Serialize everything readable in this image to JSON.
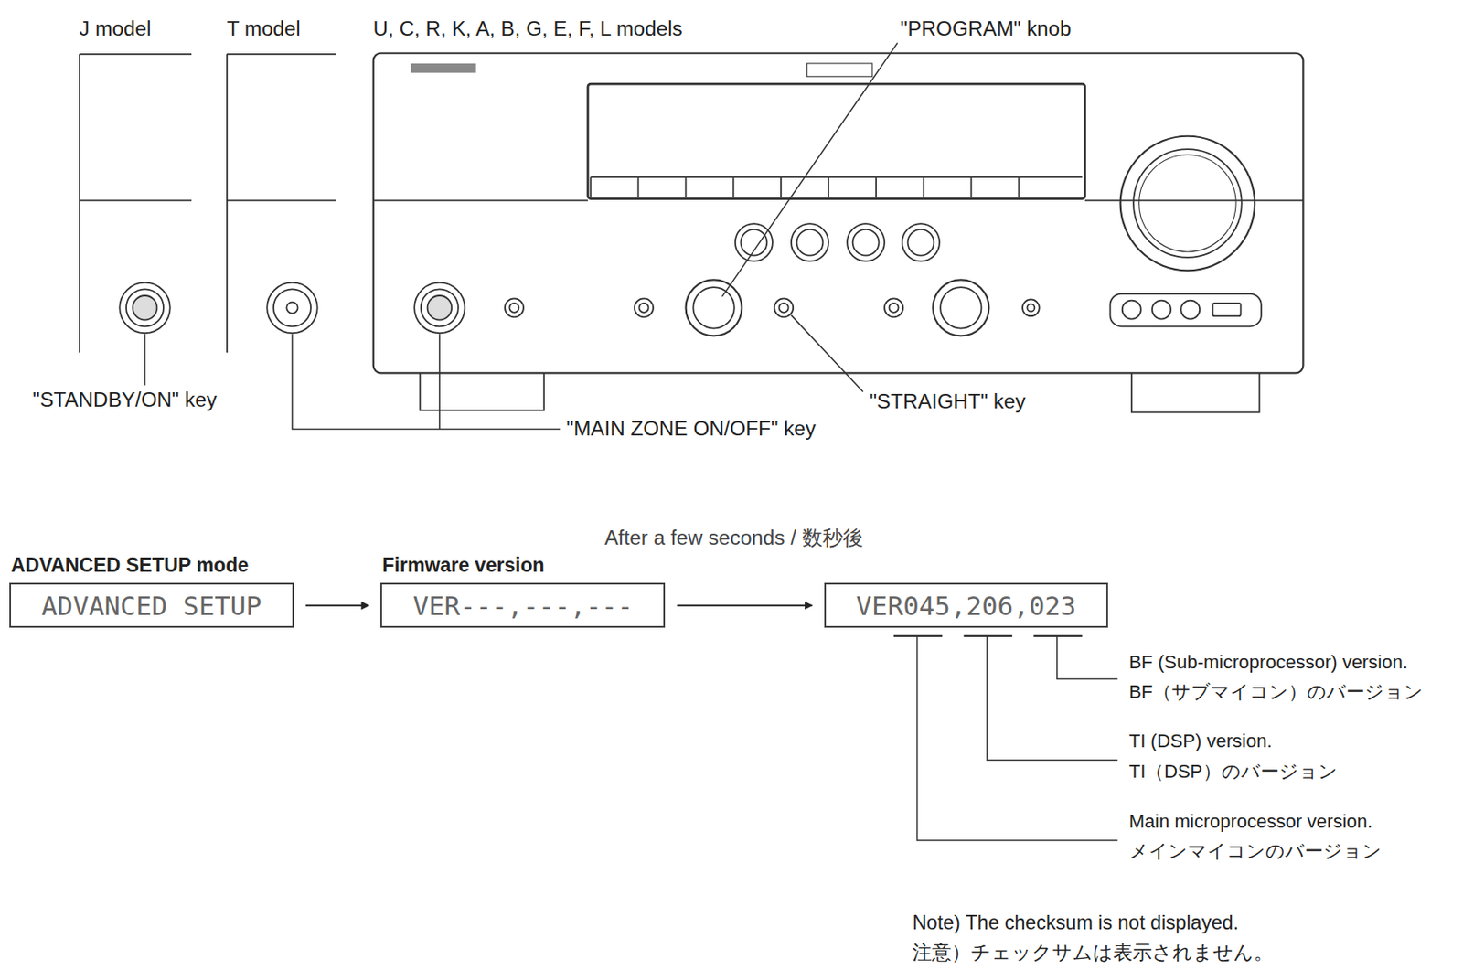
{
  "diagram": {
    "nodes": [
      {
        "text": [
          "ADVANCED SETUP mode",
          "ADVANCED SETUP"
        ]
      },
      {
        "text": [
          "Firmware version",
          "VER---,---,---"
        ]
      },
      {
        "text": [
          "VER045,206,023"
        ]
      }
    ],
    "edges": [
      {
        "from": 0,
        "to": 1,
        "arrow": "to"
      },
      {
        "from": 1,
        "to": 2,
        "arrow": "to",
        "label": "After a few seconds / 数秒後"
      }
    ],
    "labels": [
      "J model",
      "T model",
      "U, C, R, K, A, B, G, E, F, L models",
      "\"PROGRAM\" knob",
      "\"STANDBY/ON\" key",
      "\"MAIN ZONE ON/OFF\" key",
      "\"STRAIGHT\" key",
      "BF (Sub-microprocessor) version.",
      "BF（サブマイコン）のバージョン",
      "TI (DSP) version.",
      "TI（DSP）のバージョン",
      "Main microprocessor version.",
      "メインマイコンのバージョン",
      "Note) The checksum is not displayed.",
      "注意）チェックサムは表示されません。"
    ]
  }
}
